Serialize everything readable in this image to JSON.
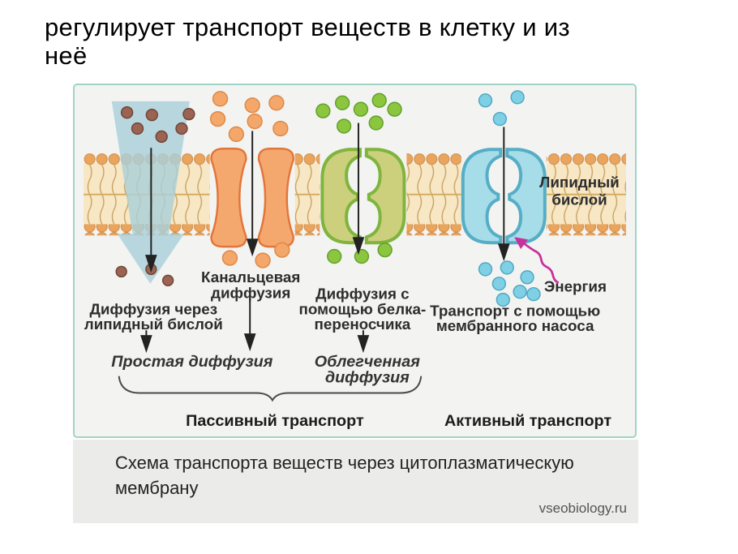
{
  "slide": {
    "title_line1": "регулирует транспорт веществ в клетку и из",
    "title_line2": "неё"
  },
  "diagram": {
    "labels": {
      "lipid_bilayer": [
        "Липидный",
        "бислой"
      ],
      "channel_diffusion": [
        "Канальцевая",
        "диффузия"
      ],
      "lipid_diffusion": [
        "Диффузия через",
        "липидный бислой"
      ],
      "simple_diffusion": "Простая диффузия",
      "carrier_diffusion": [
        "Диффузия с",
        "помощью белка-",
        "переносчика"
      ],
      "facilitated_diffusion": [
        "Облегченная",
        "диффузия"
      ],
      "energy": "Энергия",
      "pump_transport": [
        "Транспорт с помощью",
        "мембранного насоса"
      ],
      "passive_transport": "Пассивный транспорт",
      "active_transport": "Активный транспорт"
    },
    "colors": {
      "panel_border": "#9fd4c6",
      "panel_bg": "#f3f3f1",
      "teal_arrow": "#a9cfd9",
      "membrane_head": "#e9a45e",
      "membrane_tail_bg": "#f7e7c4",
      "channel_orange": "#f5a86e",
      "channel_orange_stroke": "#e2763a",
      "carrier_green_fill": "#ccd07c",
      "carrier_green_stroke": "#7fb43e",
      "pump_blue_fill": "#a7dce9",
      "pump_blue_stroke": "#55aec6",
      "dot_brown": "#9b6352",
      "dot_orange": "#f4a76b",
      "dot_green": "#8cc63f",
      "dot_blue": "#7fd0e4",
      "energy_pink": "#c7319c"
    }
  },
  "caption": {
    "line1": "Схема транспорта веществ через цитоплазматическую",
    "line2": "мембрану",
    "watermark": "vseobiology.ru"
  }
}
